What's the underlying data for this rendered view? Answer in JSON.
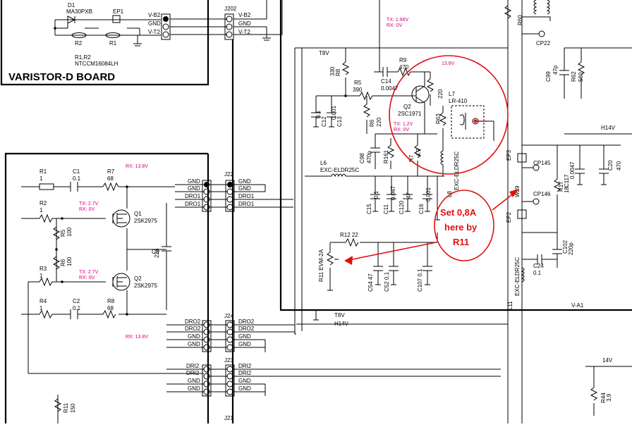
{
  "varistor": {
    "board_title": "VARISTOR-D BOARD",
    "d1": "D1",
    "d1_part": "MA30PXB",
    "ep1": "EP1",
    "r1": "R1",
    "r2": "R2",
    "r1r2": "R1,R2",
    "ntc": "NTCCM16084LH",
    "pins": [
      "V-B2",
      "GND",
      "V-T2"
    ]
  },
  "j202": {
    "ref": "J202",
    "pins": [
      "V-B2",
      "GND",
      "V-T2"
    ]
  },
  "j22": {
    "ref": "J22",
    "pins": [
      "GND",
      "GND",
      "DRO1",
      "DRO1"
    ]
  },
  "j24": {
    "ref": "J24",
    "pins": [
      "DRO2",
      "DRO2",
      "GND",
      "GND"
    ]
  },
  "j23": {
    "ref": "J23",
    "pins": [
      "DRI2",
      "DRI2",
      "GND",
      "GND"
    ]
  },
  "j21": {
    "ref": "J21"
  },
  "left_pins": {
    "j22": [
      "GND",
      "GND",
      "DRO1",
      "DRO1"
    ],
    "j24": [
      "DRO2",
      "DRO2",
      "GND",
      "GND"
    ],
    "j23": [
      "DRI2",
      "DRI2",
      "GND",
      "GND"
    ]
  },
  "drive": {
    "r1": "R1",
    "r1v": "1",
    "c1": "C1",
    "c1v": "0.1",
    "r7": "R7",
    "r7v": "68",
    "r2": "R2",
    "r2v": "1",
    "q1": "Q1",
    "q1p": "2SK2975",
    "r5": "R5",
    "r5v": "100",
    "c3": "C3",
    "c3v": "22p",
    "r3": "R3",
    "r3v": "1",
    "r6": "R6",
    "r6v": "100",
    "q2": "Q2",
    "q2p": "2SK2975",
    "r4": "R4",
    "r4v": "1",
    "c2": "C2",
    "c2v": "0.1",
    "r8": "R8",
    "r8v": "68",
    "r11": "R11",
    "r11v": "150"
  },
  "annotations": {
    "rx138a": "RX: 13.8V",
    "tx27a": "TX: 2.7V",
    "rx0a": "RX: 0V",
    "tx27b": "TX: 2.7V",
    "rx0b": "RX: 0V",
    "rx138b": "RX: 13.8V",
    "tx196": "TX: 1.96V",
    "rx0c": "RX: 0V",
    "v138": "13.8V",
    "tx12": "TX: 1.2V",
    "rx0d": "RX: 0V"
  },
  "osc": {
    "t8v": "T8V",
    "r8": "R8",
    "r8v": "330",
    "r5": "R5",
    "r5v": "390",
    "r9": "R9",
    "r9v": "470",
    "c14": "C14",
    "c14v": "0.0047",
    "q2": "Q2",
    "q2p": "2SC1971",
    "r220": "220",
    "r63": "R63",
    "l7": "L7",
    "l7p": "LR-410",
    "c12": "C12",
    "c12v": "0.1",
    "c13": "C13",
    "c13v": "0.001",
    "r6": "R6",
    "r6v": "220",
    "c98": "C98",
    "c98v": "470p",
    "r161": "R161",
    "r7": "R7",
    "r7v": "4.7",
    "l6": "L6",
    "l6p": "EXC-ELDR25C",
    "c15": "C15",
    "c15v": "0.1",
    "c11": "C11",
    "c11v": "0.047",
    "c120": "C120",
    "c120v": "47",
    "c16": "C16",
    "c16v": "0.001",
    "l8": "L8",
    "l8p": "EXC-ELDR25C",
    "r12": "R12 22",
    "evm": "R11 EVM-2A",
    "c54": "C54 47",
    "c52": "C52 0.1",
    "c107": "C107 0.1",
    "t8v_bot": "T8V",
    "h14v": "H14V"
  },
  "right": {
    "r60": "R60",
    "cp22": "CP22",
    "c99": "C99",
    "c99v": "47p",
    "r62": "R62",
    "r62v": "560",
    "h14v": "H14V",
    "ep3": "EP3",
    "cp145": "CP145",
    "w29": "W29",
    "cp146": "CP146",
    "ep2": "EP2",
    "c117": "C117",
    "c117v": "0.0047",
    "r17": "R17",
    "r17v": "18",
    "c20": "C20",
    "c20v": "470",
    "c102": "C102",
    "c102v": "220p",
    "c24": "C24",
    "c24v": "0.1",
    "l11": "L11",
    "l11p": "EXC-ELDR25C",
    "va1": "V-A1",
    "v14": "14V",
    "r44": "R44",
    "r44v": "3.9"
  },
  "callout": {
    "line1": "Set 0,8A",
    "line2": "here by",
    "line3": "R11"
  }
}
